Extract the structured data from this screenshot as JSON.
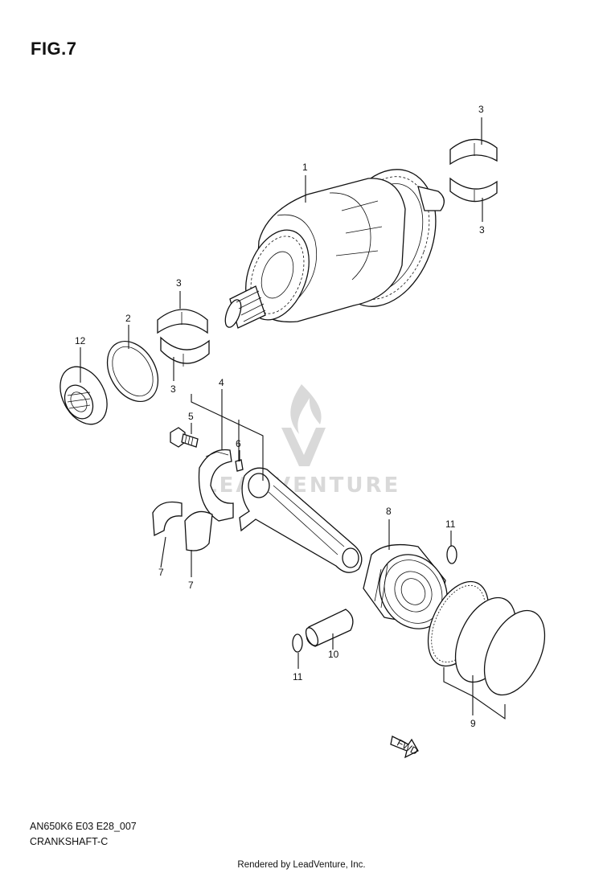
{
  "figure": {
    "title": "FIG.7",
    "code": "AN650K6 E03 E28_007",
    "name": "CRANKSHAFT-C",
    "footer": "Rendered by LeadVenture, Inc.",
    "watermark": "LEADVENTURE",
    "fwd_label": "FWD"
  },
  "callouts": {
    "c1": "1",
    "c2": "2",
    "c3a": "3",
    "c3b": "3",
    "c3c": "3",
    "c3d": "3",
    "c4": "4",
    "c5": "5",
    "c6": "6",
    "c7a": "7",
    "c7b": "7",
    "c8": "8",
    "c9": "9",
    "c10": "10",
    "c11a": "11",
    "c11b": "11",
    "c12": "12"
  }
}
